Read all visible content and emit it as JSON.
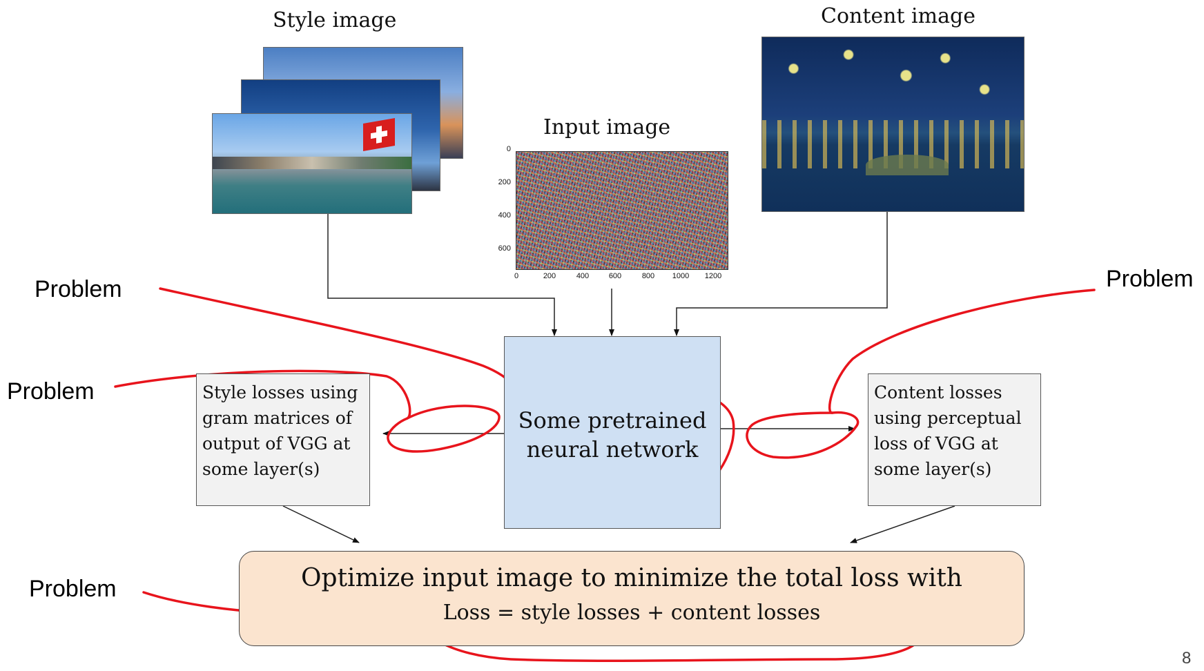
{
  "labels": {
    "style_image": "Style image",
    "content_image": "Content image",
    "input_image": "Input image"
  },
  "input_plot": {
    "y_ticks": [
      "0",
      "200",
      "400",
      "600"
    ],
    "x_ticks": [
      "0",
      "200",
      "400",
      "600",
      "800",
      "1000",
      "1200"
    ]
  },
  "style_loss": [
    "Style losses using",
    "gram matrices of",
    "output of VGG at",
    "some layer(s)"
  ],
  "network": [
    "Some pretrained",
    "neural network"
  ],
  "content_loss": [
    "Content losses",
    "using perceptual",
    "loss of VGG at",
    "some layer(s)"
  ],
  "optimize": {
    "title": "Optimize input image to minimize the total loss with",
    "equation": "Loss = style losses + content losses"
  },
  "problems": {
    "top_left": "Problem",
    "top_right": "Problem",
    "mid_left": "Problem",
    "bottom_left": "Problem"
  },
  "page_number": "8",
  "colors": {
    "annotation": "#e8141c",
    "network_fill": "#cfe0f3",
    "loss_fill": "#f2f2f2",
    "optimize_fill": "#fbe4cf"
  }
}
